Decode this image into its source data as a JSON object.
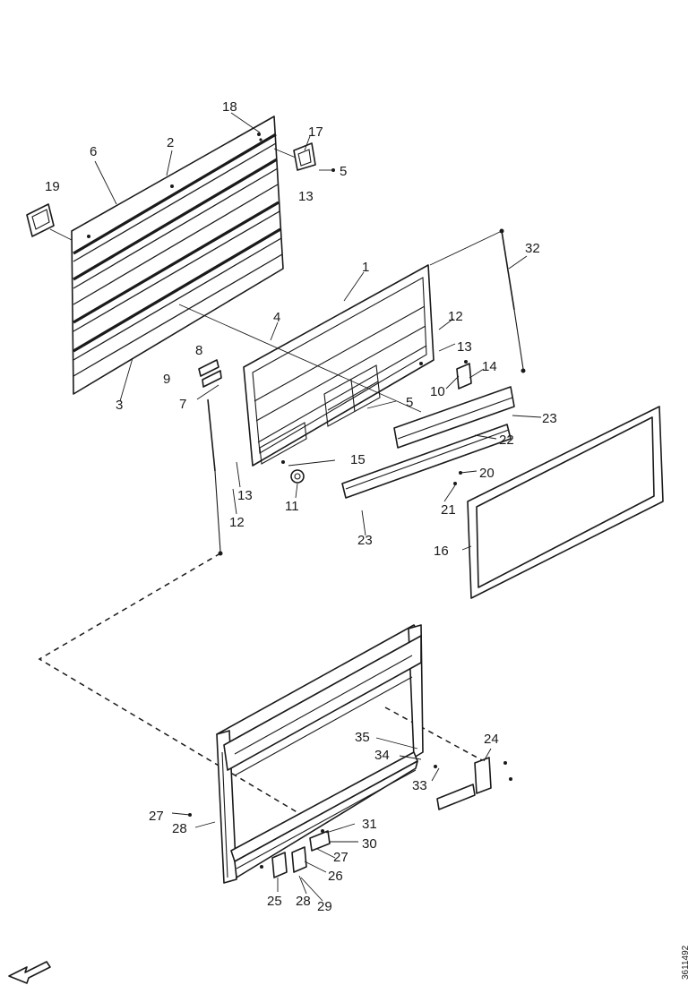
{
  "diagram": {
    "labels": {
      "p1": "1",
      "p2": "2",
      "p3": "3",
      "p4": "4",
      "p5a": "5",
      "p5b": "5",
      "p6": "6",
      "p7": "7",
      "p8": "8",
      "p9": "9",
      "p10": "10",
      "p11": "11",
      "p12a": "12",
      "p12b": "12",
      "p13a": "13",
      "p13b": "13",
      "p13c": "13",
      "p14": "14",
      "p15": "15",
      "p16": "16",
      "p17": "17",
      "p18": "18",
      "p19": "19",
      "p20": "20",
      "p21": "21",
      "p22": "22",
      "p23a": "23",
      "p23b": "23",
      "p24": "24",
      "p25": "25",
      "p26": "26",
      "p27a": "27",
      "p27b": "27",
      "p28a": "28",
      "p28b": "28",
      "p29": "29",
      "p30": "30",
      "p31": "31",
      "p32": "32",
      "p33": "33",
      "p34": "34",
      "p35": "35"
    },
    "figure_code": "3611492"
  }
}
